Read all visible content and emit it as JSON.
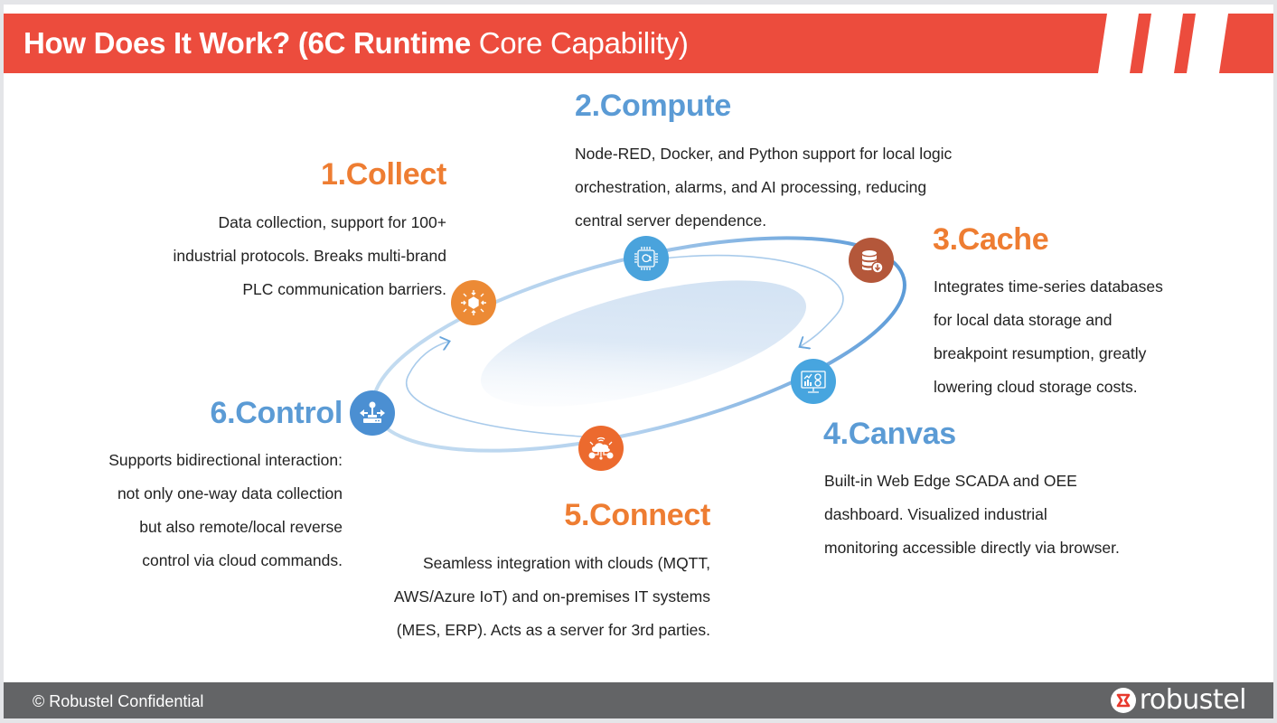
{
  "header": {
    "title_bold": "How Does It Work? (6C Runtime",
    "title_light": "Core Capability)",
    "accent_color": "#ec4c3d"
  },
  "sections": [
    {
      "id": "collect",
      "title": "1.Collect",
      "color": "#ee7d32",
      "icon": "box-inputs-icon",
      "lines": [
        "Data collection, support for 100+",
        "industrial protocols. Breaks multi-brand",
        "PLC communication barriers."
      ]
    },
    {
      "id": "compute",
      "title": "2.Compute",
      "color": "#5b9bd5",
      "icon": "ai-chip-icon",
      "lines": [
        "Node-RED, Docker, and Python support for local logic",
        "orchestration, alarms, and AI processing, reducing",
        "central server dependence."
      ]
    },
    {
      "id": "cache",
      "title": "3.Cache",
      "color": "#ee7d32",
      "icon": "database-download-icon",
      "lines": [
        "Integrates time-series databases",
        "for local data storage and",
        "breakpoint resumption, greatly",
        "lowering cloud storage costs."
      ]
    },
    {
      "id": "canvas",
      "title": "4.Canvas",
      "color": "#5b9bd5",
      "icon": "dashboard-monitor-icon",
      "lines": [
        "Built-in Web Edge SCADA and OEE",
        "dashboard. Visualized industrial",
        "monitoring accessible directly via browser."
      ]
    },
    {
      "id": "connect",
      "title": "5.Connect",
      "color": "#ee7d32",
      "icon": "cloud-network-icon",
      "lines": [
        "Seamless integration with clouds (MQTT,",
        "AWS/Azure IoT) and on-premises IT systems",
        "(MES, ERP). Acts as a server for 3rd parties."
      ]
    },
    {
      "id": "control",
      "title": "6.Control",
      "color": "#5b9bd5",
      "icon": "joystick-control-icon",
      "lines": [
        "Supports bidirectional interaction:",
        "not only one-way data collection",
        "but also remote/local reverse",
        "control via cloud commands."
      ]
    }
  ],
  "node_colors": {
    "collect": "#ec8a35",
    "compute": "#4aa3dc",
    "cache": "#b4573a",
    "canvas": "#47a5df",
    "connect": "#ec6a2e",
    "control": "#4b8fd2"
  },
  "footer": {
    "copyright": "© Robustel Confidential",
    "brand": "robustel",
    "background_color": "#636466"
  }
}
